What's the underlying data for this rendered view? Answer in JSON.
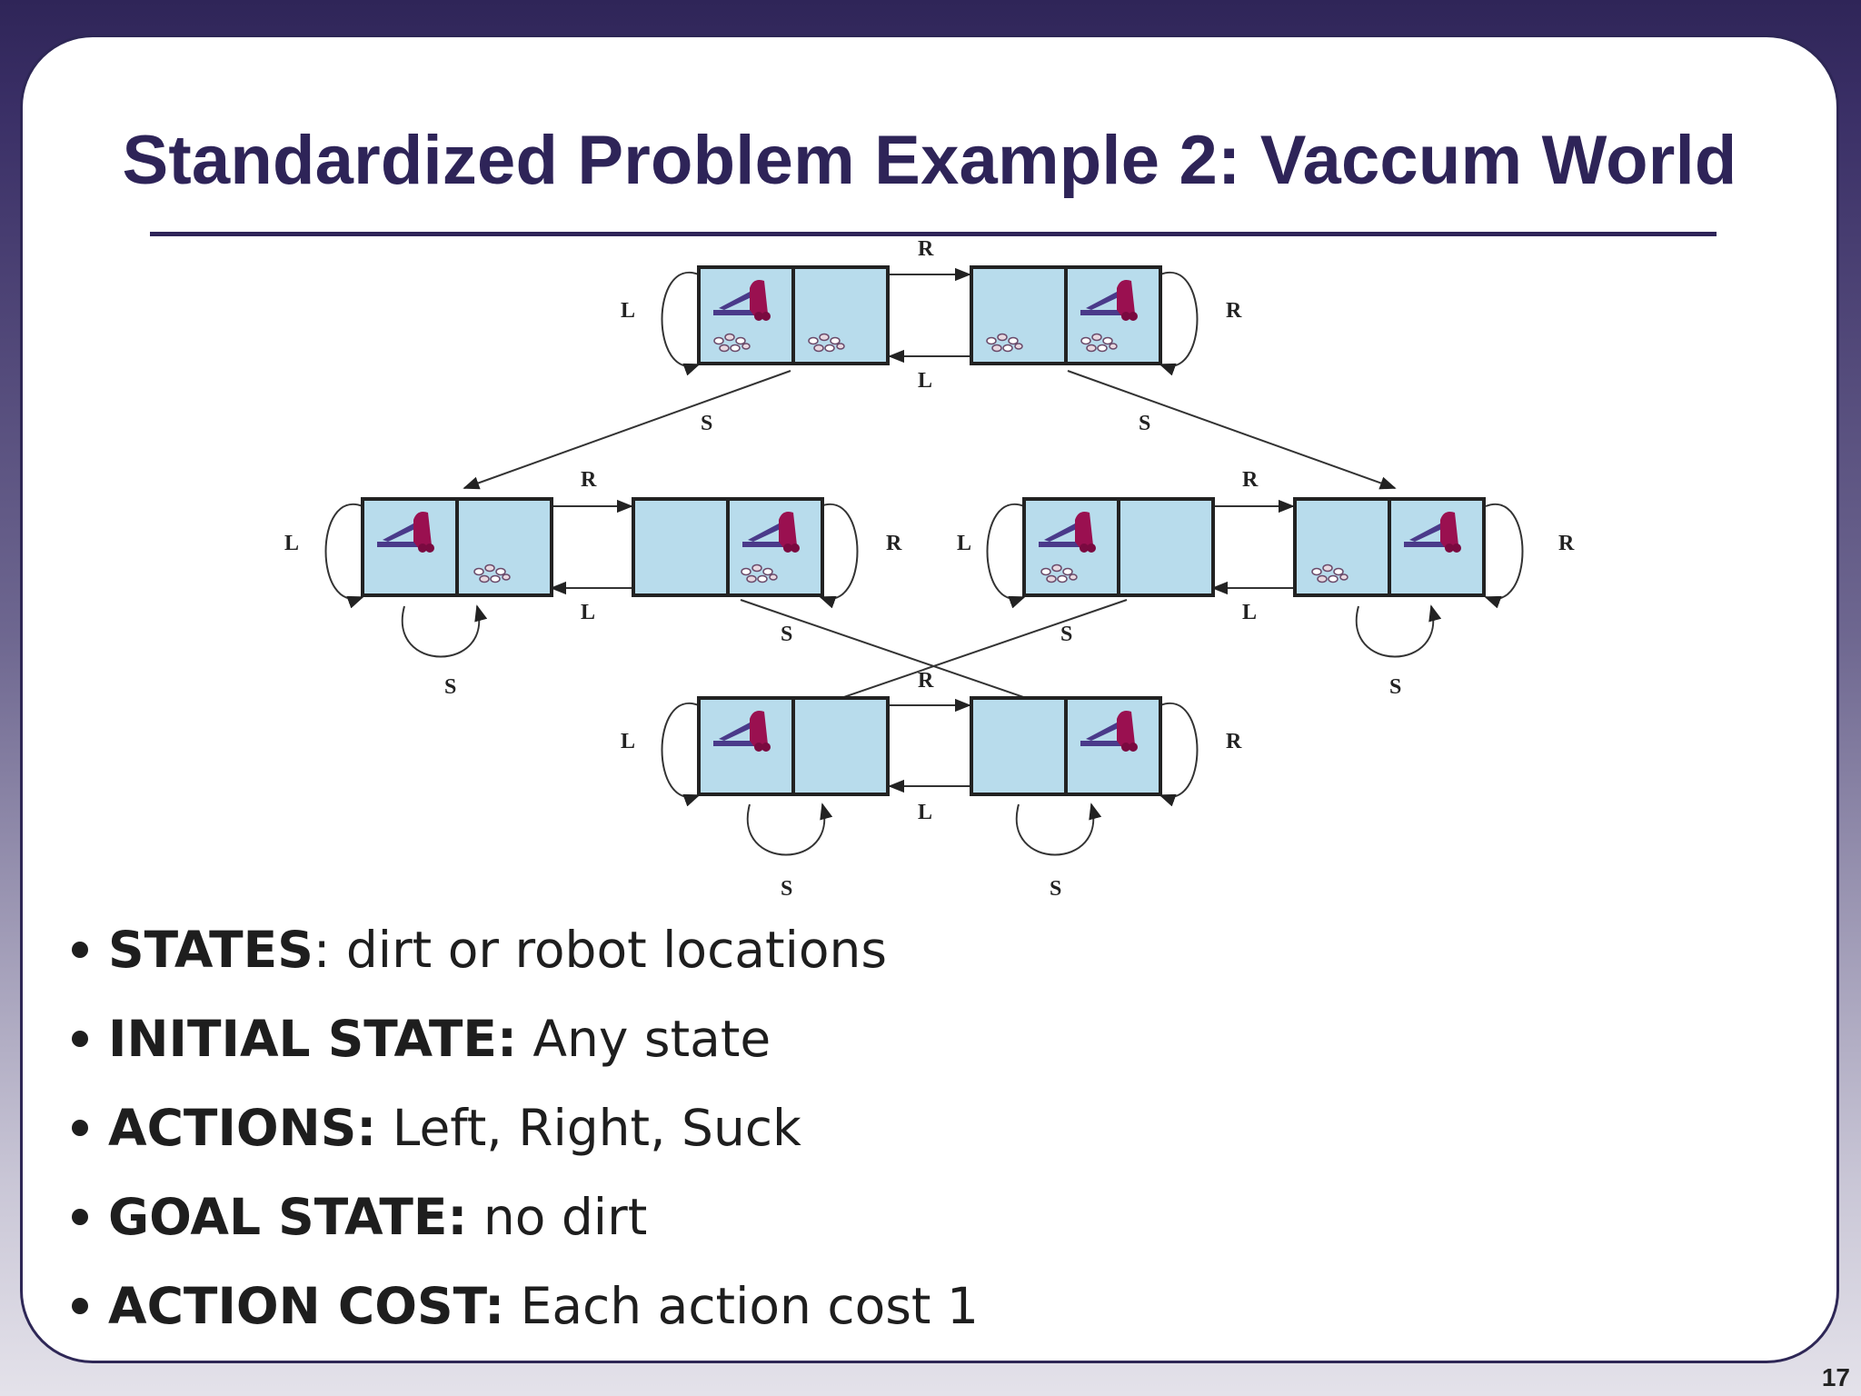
{
  "slide": {
    "title": "Standardized Problem Example 2: Vaccum World",
    "page_number": "17"
  },
  "diagram": {
    "action_labels": {
      "left": "L",
      "right": "R",
      "suck": "S"
    }
  },
  "bullets": [
    {
      "term": "STATES",
      "sep": ": ",
      "text": "dirt or robot locations"
    },
    {
      "term": "INITIAL STATE:",
      "sep": " ",
      "text": "Any state"
    },
    {
      "term": "ACTIONS:",
      "sep": " ",
      "text": "Left, Right, Suck"
    },
    {
      "term": "GOAL STATE:",
      "sep": " ",
      "text": "no dirt"
    },
    {
      "term": "ACTION COST:",
      "sep": " ",
      "text": "Each action cost 1"
    }
  ],
  "colors": {
    "cell_fill": "#b8dcec",
    "vacuum_body": "#9a1050",
    "vacuum_base": "#4a3a8a",
    "title": "#2e2458"
  }
}
